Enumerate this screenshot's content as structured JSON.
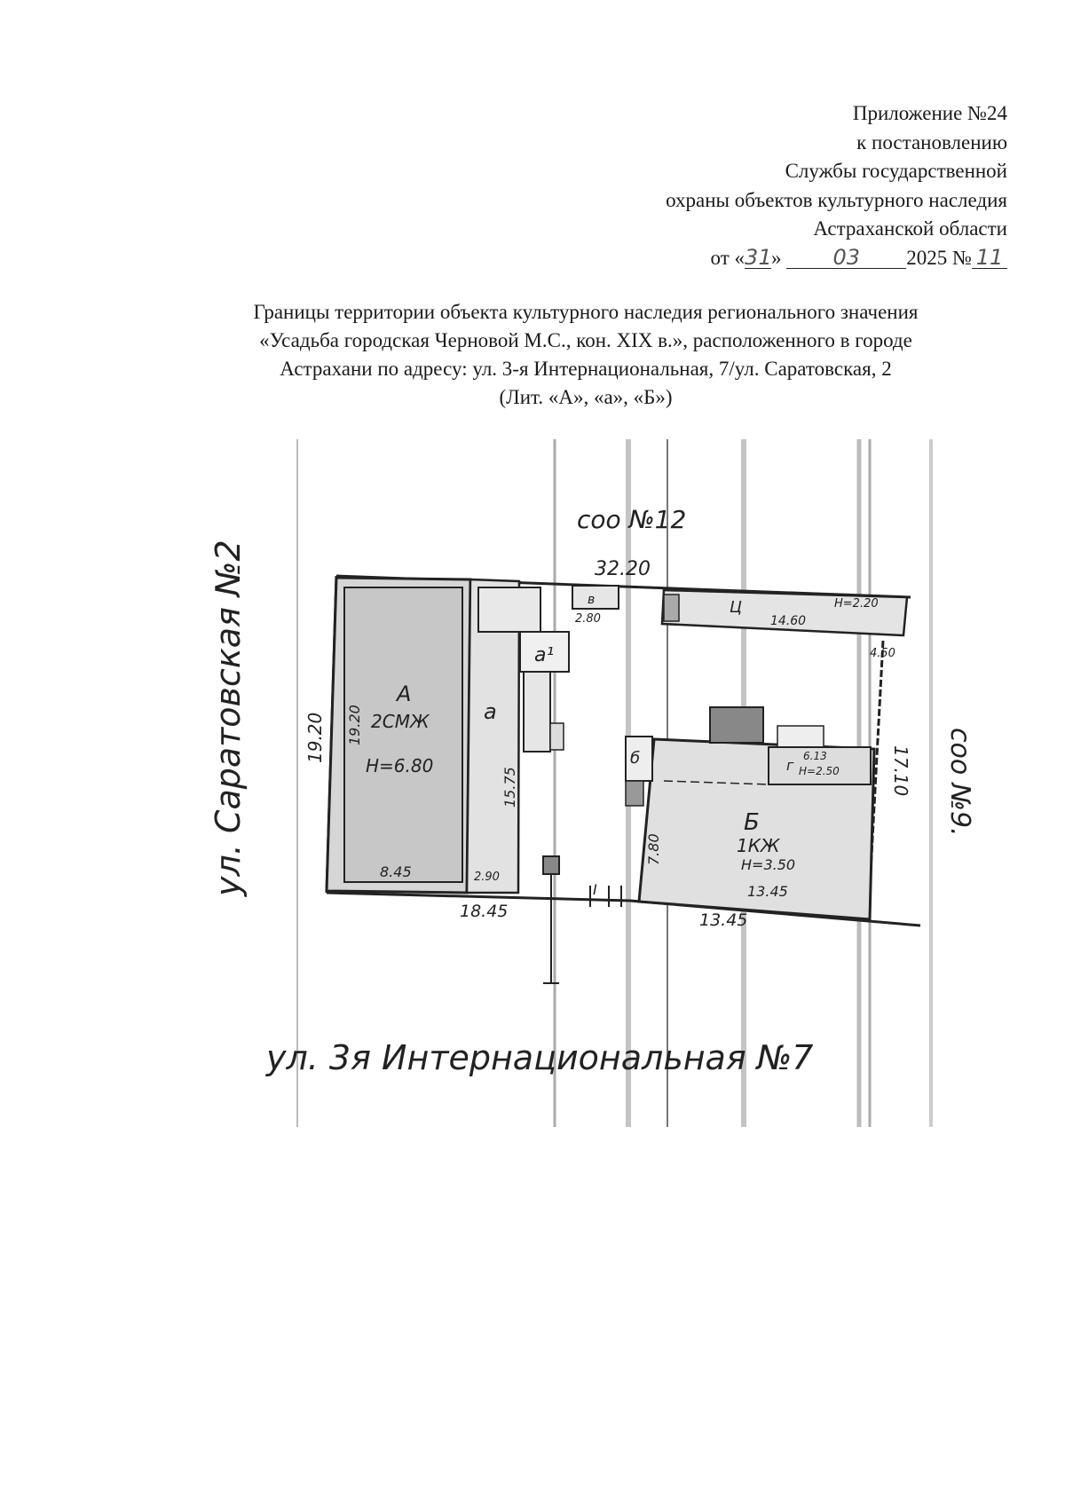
{
  "header": {
    "line1": "Приложение №24",
    "line2": "к постановлению",
    "line3": "Службы государственной",
    "line4": "охраны объектов культурного наследия",
    "line5": "Астраханской области",
    "date_prefix": "от «",
    "day": "31",
    "date_mid": "»",
    "month": "03",
    "year_no": "2025 №",
    "number": "11"
  },
  "title": {
    "line1": "Границы территории объекта культурного наследия регионального значения",
    "line2": "«Усадьба городская Черновой М.С., кон. XIX в.», расположенного в городе",
    "line3": "Астрахани по адресу: ул. 3-я Интернациональная, 7/ул. Саратовская, 2",
    "line4": "(Лит. «А», «а», «Б»)"
  },
  "plan": {
    "street_left": "ул. Саратовская №2",
    "street_bottom": "ул. 3я Интернациональная №7",
    "neighbor_top": "соо №12",
    "neighbor_right": "соо №9.",
    "dim_top": "32.20",
    "dim_left": "19.20",
    "dim_bottom_left": "18.45",
    "dim_bottom_right": "13.45",
    "dim_right": "17.10",
    "building_a": {
      "letter": "А",
      "floors": "2СМЖ",
      "height": "Н=6.80",
      "width": "8.45",
      "length": "19.20"
    },
    "building_a_small": {
      "letter": "а",
      "length": "15.75",
      "width": "2.90"
    },
    "building_a1": {
      "letter": "а¹"
    },
    "building_b": {
      "letter": "Б",
      "floors": "1КЖ",
      "height": "Н=3.50",
      "width": "13.45",
      "depth": "7.80"
    },
    "building_b_small": {
      "letter": "б"
    },
    "building_ts": {
      "letter": "Ц",
      "height": "Н=2.20",
      "length": "14.60"
    },
    "building_v": {
      "letter": "в",
      "dim": "2.80"
    },
    "building_g": {
      "letter": "г",
      "height": "Н=2.50",
      "dim": "6.13"
    },
    "misc_dim": "4.50",
    "gate_mark": "I"
  }
}
